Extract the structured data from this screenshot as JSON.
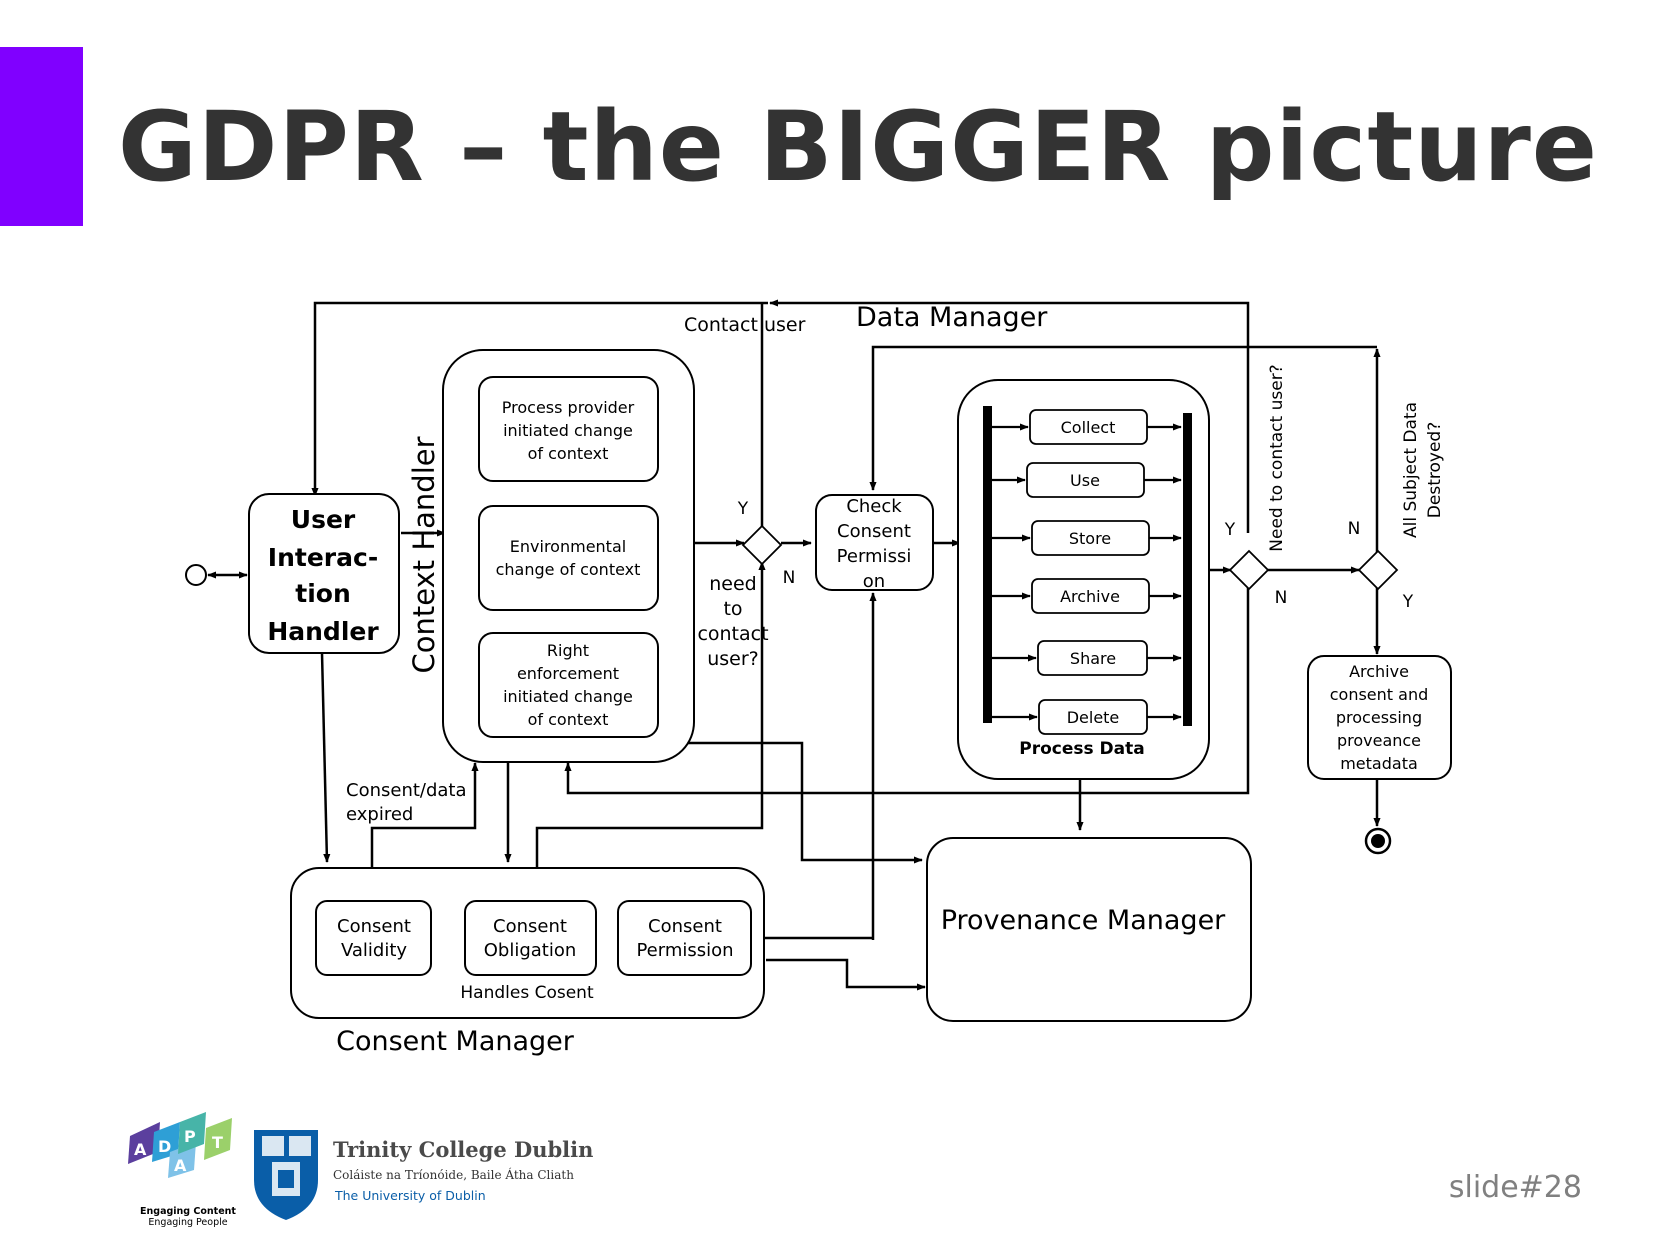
{
  "slide": {
    "title": "GDPR – the BIGGER picture",
    "number": "slide#28",
    "accent_color": "#8000ff"
  },
  "diagram": {
    "top_labels": {
      "contact_user": "Contact user",
      "data_manager": "Data Manager"
    },
    "user_interaction_handler": [
      "User",
      "Interac-",
      "tion",
      "Handler"
    ],
    "context_handler": "Context Handler",
    "context_changes": [
      [
        "Process provider",
        "initiated change",
        "of context"
      ],
      [
        "Environmental",
        "change of context"
      ],
      [
        "Right",
        "enforcement",
        "initiated change",
        "of context"
      ]
    ],
    "decision_contact": {
      "y": "Y",
      "n": "N",
      "question": [
        "need",
        "to",
        "contact",
        "user?"
      ]
    },
    "check_consent": [
      "Check",
      "Consent",
      "Permissi",
      "on"
    ],
    "process_actions": [
      "Collect",
      "Use",
      "Store",
      "Archive",
      "Share",
      "Delete"
    ],
    "process_data": "Process Data",
    "decision_need_contact": {
      "question": "Need to contact user?",
      "y": "Y",
      "n": "N"
    },
    "decision_destroyed": {
      "question": [
        "All Subject Data",
        "Destroyed?"
      ],
      "n": "N",
      "y": "Y"
    },
    "archive_box": [
      "Archive",
      "consent and",
      "processing",
      "proveance",
      "metadata"
    ],
    "consent_expired": [
      "Consent/data",
      "expired"
    ],
    "consent_items": [
      [
        "Consent",
        "Validity"
      ],
      [
        "Consent",
        "Obligation"
      ],
      [
        "Consent",
        "Permission"
      ]
    ],
    "handles_consent": "Handles Cosent",
    "consent_manager": "Consent Manager",
    "provenance_manager": "Provenance Manager"
  },
  "footer": {
    "adapt_letters": [
      "A",
      "D",
      "A",
      "P",
      "T"
    ],
    "adapt_tagline": [
      "Engaging Content",
      "Engaging People"
    ],
    "tcd_name": "Trinity College Dublin",
    "tcd_irish": "Coláiste na Tríonóide, Baile Átha Cliath",
    "tcd_univ": "The University of Dublin"
  }
}
